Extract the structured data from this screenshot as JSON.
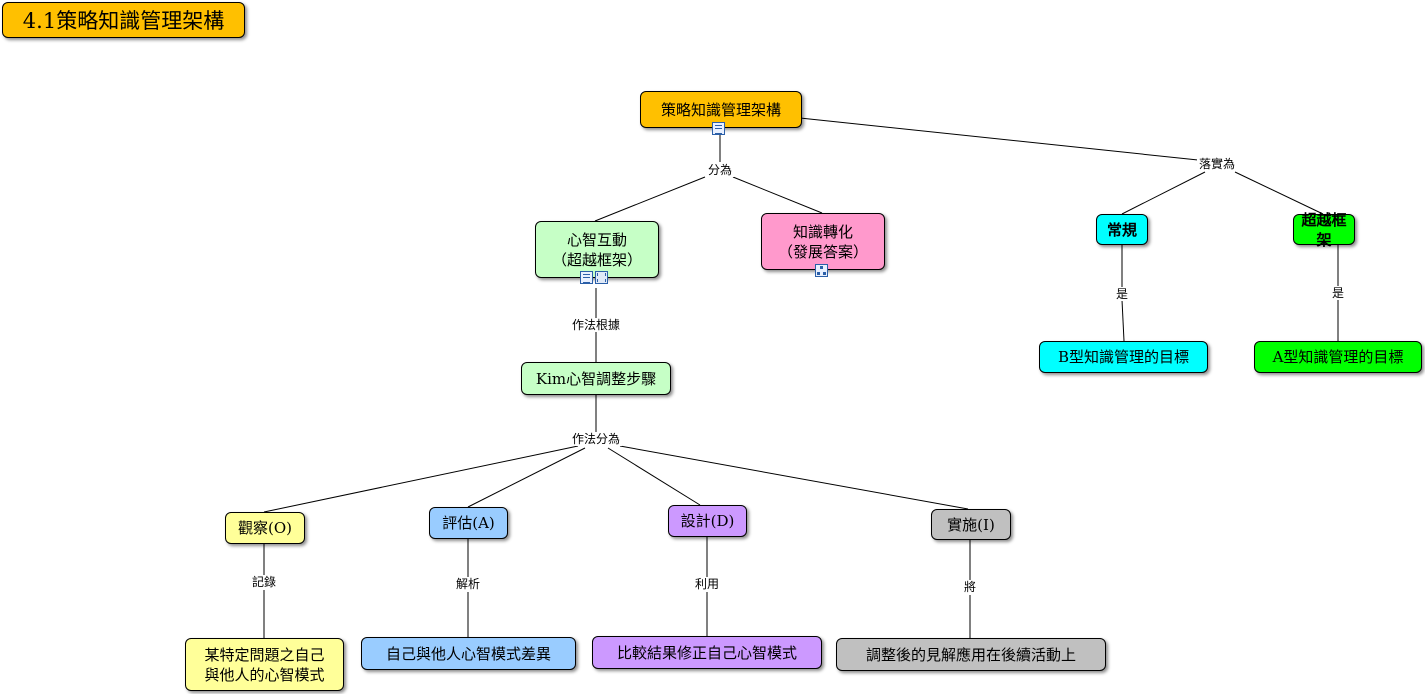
{
  "title": "4.1策略知識管理架構",
  "colors": {
    "gold": "#ffc000",
    "lightgreen": "#c6ffc6",
    "pink": "#ff99cc",
    "cyan": "#00ffff",
    "green": "#00ff00",
    "yellow": "#ffff99",
    "blue": "#99ccff",
    "purple": "#cc99ff",
    "gray": "#c0c0c0"
  },
  "nodes": {
    "root": "策略知識管理架構",
    "mind": "心智互動\n（超越框架）",
    "knowledge": "知識轉化\n（發展答案）",
    "regular": "常規",
    "beyond": "超越框架",
    "btype": "B型知識管理的目標",
    "atype": "A型知識管理的目標",
    "kim": "Kim心智調整步驟",
    "observe": "觀察(O)",
    "assess": "評估(A)",
    "design": "設計(D)",
    "implement": "實施(I)",
    "observe_leaf": "某特定問題之自己\n與他人的心智模式",
    "assess_leaf": "自己與他人心智模式差異",
    "design_leaf": "比較結果修正自己心智模式",
    "implement_leaf": "調整後的見解應用在後續活動上"
  },
  "labels": {
    "divide": "分為",
    "implement_as": "落實為",
    "is1": "是",
    "is2": "是",
    "basis": "作法根據",
    "method_divide": "作法分為",
    "record": "記錄",
    "analyze": "解析",
    "use": "利用",
    "will": "將"
  },
  "icons": {
    "root": [
      "document-icon"
    ],
    "mind": [
      "document-icon",
      "film-icon"
    ],
    "knowledge": [
      "concept-map-icon"
    ]
  }
}
